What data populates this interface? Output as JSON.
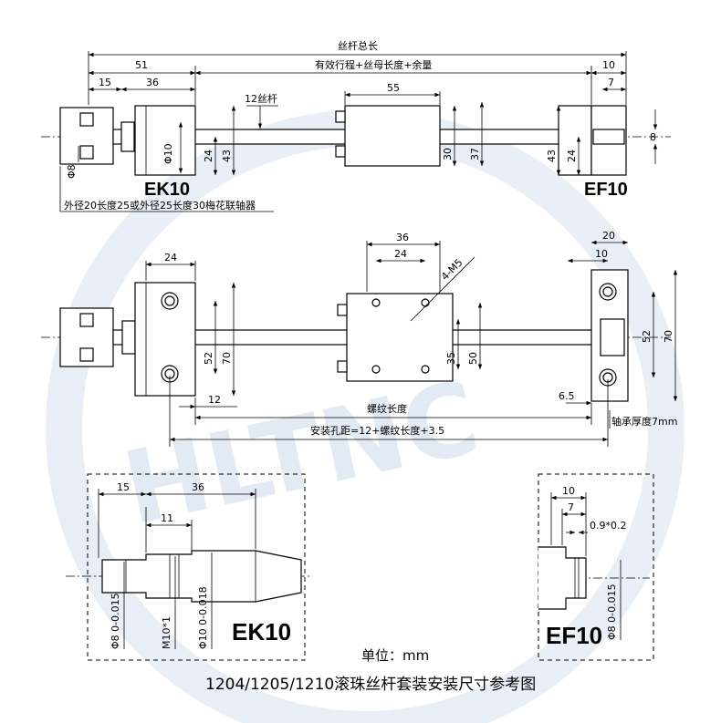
{
  "watermark": {
    "text": "HLTNC"
  },
  "top_view": {
    "overall_length_label": "丝杆总长",
    "effective_label": "有效行程+丝母长度+余量",
    "dims": {
      "d51": "51",
      "d15": "15",
      "d36": "36",
      "d10": "10",
      "d7": "7",
      "d55": "55",
      "screw": "12丝杆",
      "phi10": "Φ10",
      "phi8": "Φ8",
      "h24a": "24",
      "h43a": "43",
      "h30": "30",
      "h37": "37",
      "h43b": "43",
      "h24b": "24",
      "h8": "8"
    },
    "left_label": "EK10",
    "right_label": "EF10",
    "coupling_note": "外径20长度25或外径25长度30梅花联轴器"
  },
  "side_view": {
    "dims": {
      "d24": "24",
      "d36": "36",
      "d24b": "24",
      "m5": "4-M5",
      "d20": "20",
      "d10": "10",
      "v52a": "52",
      "v70a": "70",
      "v35": "35",
      "v50": "50",
      "v52b": "52",
      "v70b": "70",
      "d12": "12",
      "d65": "6.5"
    },
    "thread_length": "螺纹长度",
    "mount_spacing": "安装孔距=12+螺纹长度+3.5",
    "bearing_note": "轴承厚度7mm"
  },
  "detail_ek": {
    "label": "EK10",
    "dims": {
      "d15": "15",
      "d36": "36",
      "d11": "11"
    },
    "tol_phi8": "Φ8 0-0.015",
    "thread": "M10*1",
    "tol_phi10": "Φ10 0-0.018"
  },
  "detail_ef": {
    "label": "EF10",
    "dims": {
      "d10": "10",
      "d7": "7",
      "groove": "0.9*0.2"
    },
    "tol_phi8": "Φ8 0-0.015"
  },
  "caption": {
    "unit": "单位：mm",
    "title": "1204/1205/1210滚珠丝杆套装安装尺寸参考图"
  }
}
